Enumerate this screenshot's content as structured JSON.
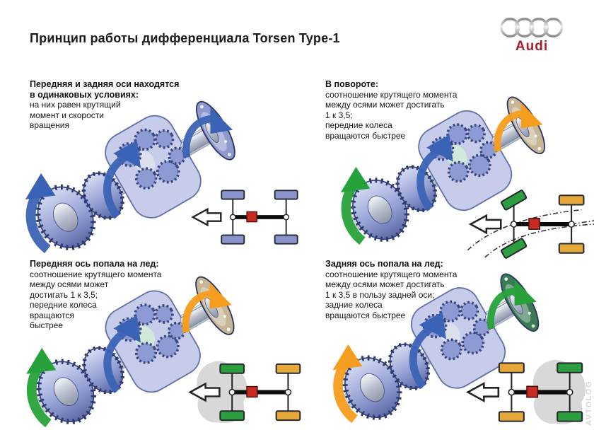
{
  "header": {
    "title": "Принцип работы дифференциала Torsen Type-1"
  },
  "logo": {
    "brand": "Audi",
    "wordmark": "Audi",
    "wordmark_color": "#a81c2c",
    "rings_icon": "audi-rings-icon"
  },
  "watermark": "AVTOLOG",
  "colors": {
    "text": "#161616",
    "wheel_blue": "#8a93cb",
    "wheel_green": "#2d9e3f",
    "wheel_orange": "#e7a83b",
    "diff_red": "#c62c22",
    "ice_gray": "#d8d8d8",
    "housing_blue": "#c6cce9",
    "steel": "#c9cfdd"
  },
  "quadrants": [
    {
      "id": "equal-conditions",
      "heading": "Передняя и задняя оси находятся\nв одинаковых условиях:",
      "body": "на них равен крутящий\nмомент и скорости\nвращения",
      "illustration": {
        "flange": "#8d99cf",
        "shaft_tint": "#dfe3ee",
        "main_arrow": "#3b63b5",
        "mid_arrow": "#3b63b5",
        "flange_arrow": "#3b63b5"
      },
      "schematic": {
        "front_wheels": "#8a93cb",
        "rear_wheels": "#8a93cb",
        "steered": false,
        "turn_arcs": false,
        "ice": "none"
      }
    },
    {
      "id": "in-turn",
      "heading": "В повороте:",
      "body": "соотношение крутящего момента\nмежду осями может достигать\n1 к 3,5;\nпередние колеса\nвращаются быстрее",
      "illustration": {
        "flange": "#c7b695",
        "shaft_tint": "#d4ecd8",
        "main_arrow": "#27a23a",
        "mid_arrow": "#3b63b5",
        "flange_arrow": "#f59d1e"
      },
      "schematic": {
        "front_wheels": "#2d9e3f",
        "rear_wheels": "#e7a83b",
        "steered": true,
        "turn_arcs": true,
        "ice": "none"
      }
    },
    {
      "id": "front-axle-on-ice",
      "heading": "Передняя ось попала на лед:",
      "body": "соотношение крутящего момента\nмежду осями может\nдостигать 1 к 3,5;\nпередние колеса\nвращаются\nбыстрее",
      "illustration": {
        "flange": "#c7b695",
        "shaft_tint": "#d4ecd8",
        "main_arrow": "#27a23a",
        "mid_arrow": "#3b63b5",
        "flange_arrow": "#f59d1e"
      },
      "schematic": {
        "front_wheels": "#2d9e3f",
        "rear_wheels": "#e7a83b",
        "steered": false,
        "turn_arcs": false,
        "ice": "front"
      }
    },
    {
      "id": "rear-axle-on-ice",
      "heading": "Задняя ось попала на лед:",
      "body": "соотношение крутящего момента\nмежду осями может достигать\n1 к 3,5 в пользу задней оси;\nзадние колеса\nвращаются быстрее",
      "illustration": {
        "flange": "#3a7a55",
        "shaft_tint": "#dfe3ee",
        "main_arrow": "#f59d1e",
        "mid_arrow": "#3b63b5",
        "flange_arrow": "#27a23a"
      },
      "schematic": {
        "front_wheels": "#e7a83b",
        "rear_wheels": "#2d9e3f",
        "steered": false,
        "turn_arcs": false,
        "ice": "rear"
      }
    }
  ]
}
